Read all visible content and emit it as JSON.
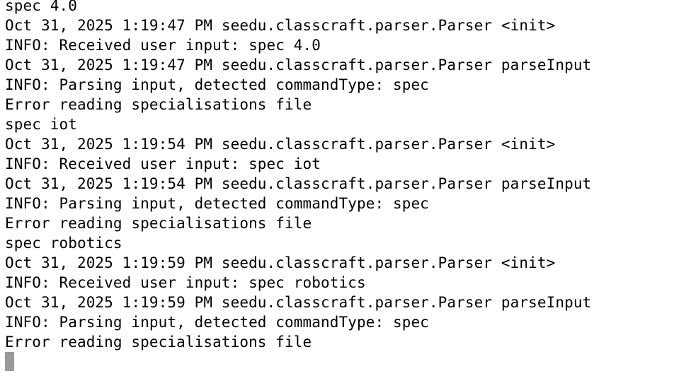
{
  "terminal": {
    "lines": [
      "spec 4.0",
      "Oct 31, 2025 1:19:47 PM seedu.classcraft.parser.Parser <init>",
      "INFO: Received user input: spec 4.0",
      "Oct 31, 2025 1:19:47 PM seedu.classcraft.parser.Parser parseInput",
      "INFO: Parsing input, detected commandType: spec",
      "Error reading specialisations file",
      "spec iot",
      "Oct 31, 2025 1:19:54 PM seedu.classcraft.parser.Parser <init>",
      "INFO: Received user input: spec iot",
      "Oct 31, 2025 1:19:54 PM seedu.classcraft.parser.Parser parseInput",
      "INFO: Parsing input, detected commandType: spec",
      "Error reading specialisations file",
      "spec robotics",
      "Oct 31, 2025 1:19:59 PM seedu.classcraft.parser.Parser <init>",
      "INFO: Received user input: spec robotics",
      "Oct 31, 2025 1:19:59 PM seedu.classcraft.parser.Parser parseInput",
      "INFO: Parsing input, detected commandType: spec",
      "Error reading specialisations file"
    ],
    "cursor_color": "#9a9a9a"
  }
}
